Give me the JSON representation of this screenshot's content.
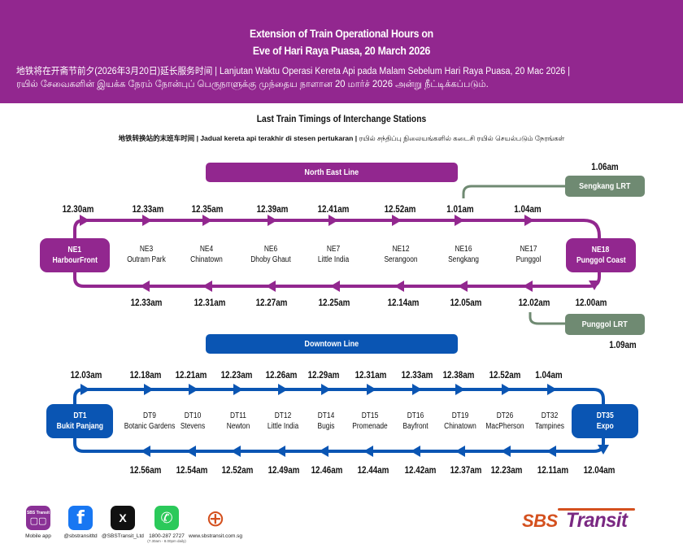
{
  "header": {
    "title_line1": "Extension of Train Operational Hours on",
    "title_line2": "Eve of Hari Raya Puasa, 20 March 2026",
    "subtitle_line1": "地铁将在开斋节前夕(2026年3月20日)延长服务时间 | Lanjutan Waktu Operasi Kereta Api pada Malam Sebelum Hari Raya Puasa, 20 Mac 2026 |",
    "subtitle_line2": "ரயில் சேவைகளின் இயக்க நேரம் நோன்புப் பெருநாளுக்கு முந்தைய நாளான 20 மார்ச் 2026 அன்று நீட்டிக்கப்படும்.",
    "color": "#92278f"
  },
  "section": {
    "title": "Last Train Timings of Interchange Stations",
    "sub_chinese": "地铁转换站的末班车时间",
    "sub_malay": "Jadual kereta api terakhir di stesen pertukaran",
    "sub_tamil": "ரயில் சந்திப்பு நிலையங்களில் கடைசி ரயில் செயல்படும் நேரங்கள்",
    "separator": "|"
  },
  "north_east_line": {
    "label": "North East Line",
    "color": "#92278f",
    "start_terminal": {
      "code": "NE1",
      "name": "HarbourFront"
    },
    "end_terminal": {
      "code": "NE18",
      "name": "Punggol Coast"
    },
    "stations": [
      {
        "code": "NE3",
        "name": "Outram Park"
      },
      {
        "code": "NE4",
        "name": "Chinatown"
      },
      {
        "code": "NE6",
        "name": "Dhoby Ghaut"
      },
      {
        "code": "NE7",
        "name": "Little India"
      },
      {
        "code": "NE12",
        "name": "Serangoon"
      },
      {
        "code": "NE16",
        "name": "Sengkang"
      },
      {
        "code": "NE17",
        "name": "Punggol"
      }
    ],
    "outbound_times": [
      "12.30am",
      "12.33am",
      "12.35am",
      "12.39am",
      "12.41am",
      "12.52am",
      "1.01am",
      "1.04am"
    ],
    "inbound_times": [
      "12.33am",
      "12.31am",
      "12.27am",
      "12.25am",
      "12.14am",
      "12.05am",
      "12.02am",
      "12.00am"
    ],
    "lrt": [
      {
        "label": "Sengkang LRT",
        "time": "1.06am"
      },
      {
        "label": "Punggol LRT",
        "time": "1.09am"
      }
    ],
    "lrt_color": "#6f8a72"
  },
  "downtown_line": {
    "label": "Downtown Line",
    "color": "#0a55b3",
    "start_terminal": {
      "code": "DT1",
      "name": "Bukit Panjang"
    },
    "end_terminal": {
      "code": "DT35",
      "name": "Expo"
    },
    "stations": [
      {
        "code": "DT9",
        "name": "Botanic Gardens"
      },
      {
        "code": "DT10",
        "name": "Stevens"
      },
      {
        "code": "DT11",
        "name": "Newton"
      },
      {
        "code": "DT12",
        "name": "Little India"
      },
      {
        "code": "DT14",
        "name": "Bugis"
      },
      {
        "code": "DT15",
        "name": "Promenade"
      },
      {
        "code": "DT16",
        "name": "Bayfront"
      },
      {
        "code": "DT19",
        "name": "Chinatown"
      },
      {
        "code": "DT26",
        "name": "MacPherson"
      },
      {
        "code": "DT32",
        "name": "Tampines"
      }
    ],
    "outbound_times": [
      "12.03am",
      "12.18am",
      "12.21am",
      "12.23am",
      "12.26am",
      "12.29am",
      "12.31am",
      "12.33am",
      "12.38am",
      "12.52am",
      "1.04am"
    ],
    "inbound_times": [
      "12.56am",
      "12.54am",
      "12.52am",
      "12.49am",
      "12.46am",
      "12.44am",
      "12.42am",
      "12.37am",
      "12.23am",
      "12.11am",
      "12.04am"
    ]
  },
  "footer": {
    "items": [
      {
        "icon": "mobile-app-icon",
        "label": "Mobile app",
        "icon_text": "SBS Transit"
      },
      {
        "icon": "facebook-icon",
        "label": "@sbstransitltd",
        "icon_text": "f"
      },
      {
        "icon": "x-icon",
        "label": "@SBSTransit_Ltd",
        "icon_text": "X"
      },
      {
        "icon": "phone-icon",
        "label": "1800-287 2727",
        "note": "(7.30am - 8.00pm daily)",
        "icon_text": "✆"
      },
      {
        "icon": "globe-icon",
        "label": "www.sbstransit.com.sg",
        "icon_text": "⊕"
      }
    ],
    "logo": {
      "sbs": "SBS",
      "transit": "Transit"
    }
  }
}
